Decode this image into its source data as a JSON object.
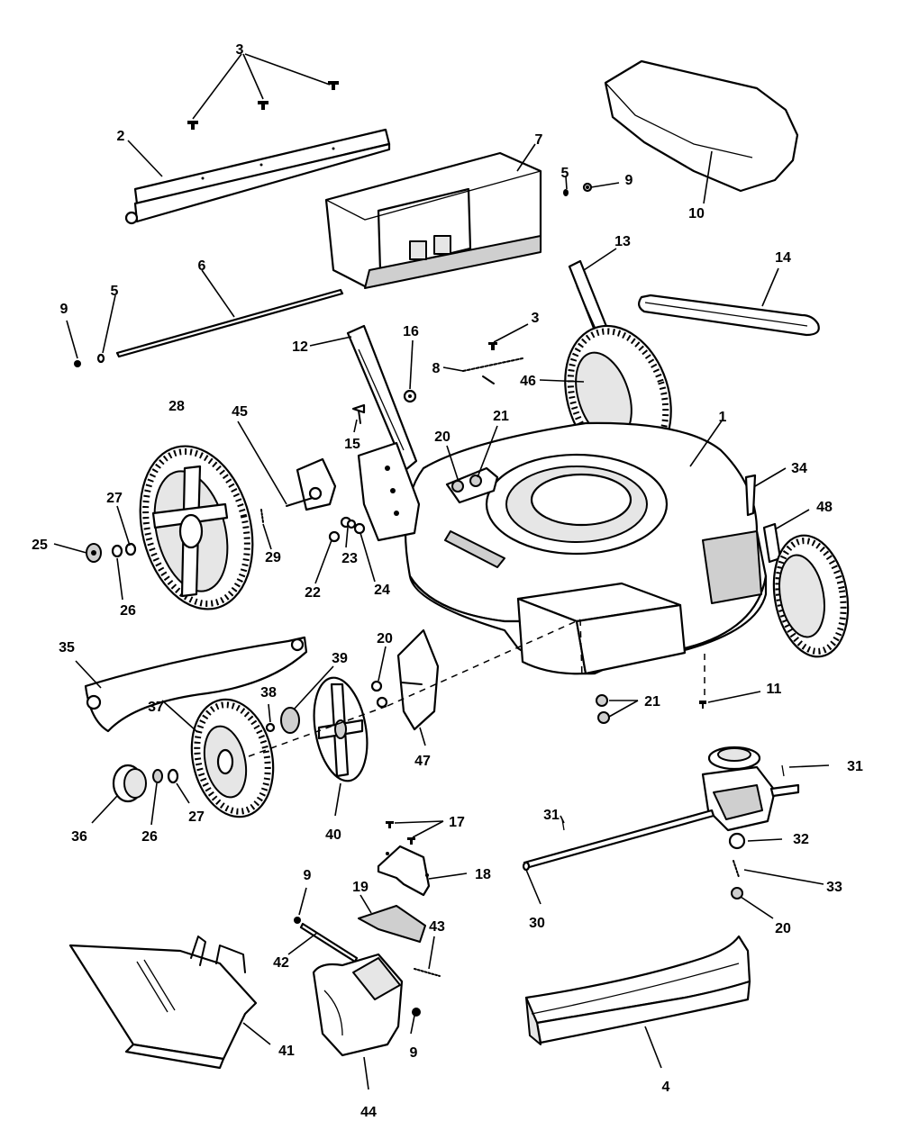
{
  "diagram": {
    "callouts": [
      {
        "id": "c1",
        "label": "1"
      },
      {
        "id": "c2",
        "label": "2"
      },
      {
        "id": "c3a",
        "label": "3"
      },
      {
        "id": "c3b",
        "label": "3"
      },
      {
        "id": "c4",
        "label": "4"
      },
      {
        "id": "c5a",
        "label": "5"
      },
      {
        "id": "c5b",
        "label": "5"
      },
      {
        "id": "c6",
        "label": "6"
      },
      {
        "id": "c7",
        "label": "7"
      },
      {
        "id": "c8",
        "label": "8"
      },
      {
        "id": "c9a",
        "label": "9"
      },
      {
        "id": "c9b",
        "label": "9"
      },
      {
        "id": "c9c",
        "label": "9"
      },
      {
        "id": "c9d",
        "label": "9"
      },
      {
        "id": "c10",
        "label": "10"
      },
      {
        "id": "c11",
        "label": "11"
      },
      {
        "id": "c12",
        "label": "12"
      },
      {
        "id": "c13",
        "label": "13"
      },
      {
        "id": "c14",
        "label": "14"
      },
      {
        "id": "c15",
        "label": "15"
      },
      {
        "id": "c16",
        "label": "16"
      },
      {
        "id": "c17",
        "label": "17"
      },
      {
        "id": "c18",
        "label": "18"
      },
      {
        "id": "c19",
        "label": "19"
      },
      {
        "id": "c20a",
        "label": "20"
      },
      {
        "id": "c20b",
        "label": "20"
      },
      {
        "id": "c20c",
        "label": "20"
      },
      {
        "id": "c21a",
        "label": "21"
      },
      {
        "id": "c21b",
        "label": "21"
      },
      {
        "id": "c22",
        "label": "22"
      },
      {
        "id": "c23",
        "label": "23"
      },
      {
        "id": "c24",
        "label": "24"
      },
      {
        "id": "c25",
        "label": "25"
      },
      {
        "id": "c26a",
        "label": "26"
      },
      {
        "id": "c26b",
        "label": "26"
      },
      {
        "id": "c27a",
        "label": "27"
      },
      {
        "id": "c27b",
        "label": "27"
      },
      {
        "id": "c28",
        "label": "28"
      },
      {
        "id": "c29",
        "label": "29"
      },
      {
        "id": "c30",
        "label": "30"
      },
      {
        "id": "c31a",
        "label": "31"
      },
      {
        "id": "c31b",
        "label": "31"
      },
      {
        "id": "c32",
        "label": "32"
      },
      {
        "id": "c33",
        "label": "33"
      },
      {
        "id": "c34",
        "label": "34"
      },
      {
        "id": "c35",
        "label": "35"
      },
      {
        "id": "c36",
        "label": "36"
      },
      {
        "id": "c37",
        "label": "37"
      },
      {
        "id": "c38",
        "label": "38"
      },
      {
        "id": "c39",
        "label": "39"
      },
      {
        "id": "c40",
        "label": "40"
      },
      {
        "id": "c41",
        "label": "41"
      },
      {
        "id": "c42",
        "label": "42"
      },
      {
        "id": "c43",
        "label": "43"
      },
      {
        "id": "c44",
        "label": "44"
      },
      {
        "id": "c45",
        "label": "45"
      },
      {
        "id": "c46",
        "label": "46"
      },
      {
        "id": "c47",
        "label": "47"
      },
      {
        "id": "c48",
        "label": "48"
      }
    ]
  }
}
